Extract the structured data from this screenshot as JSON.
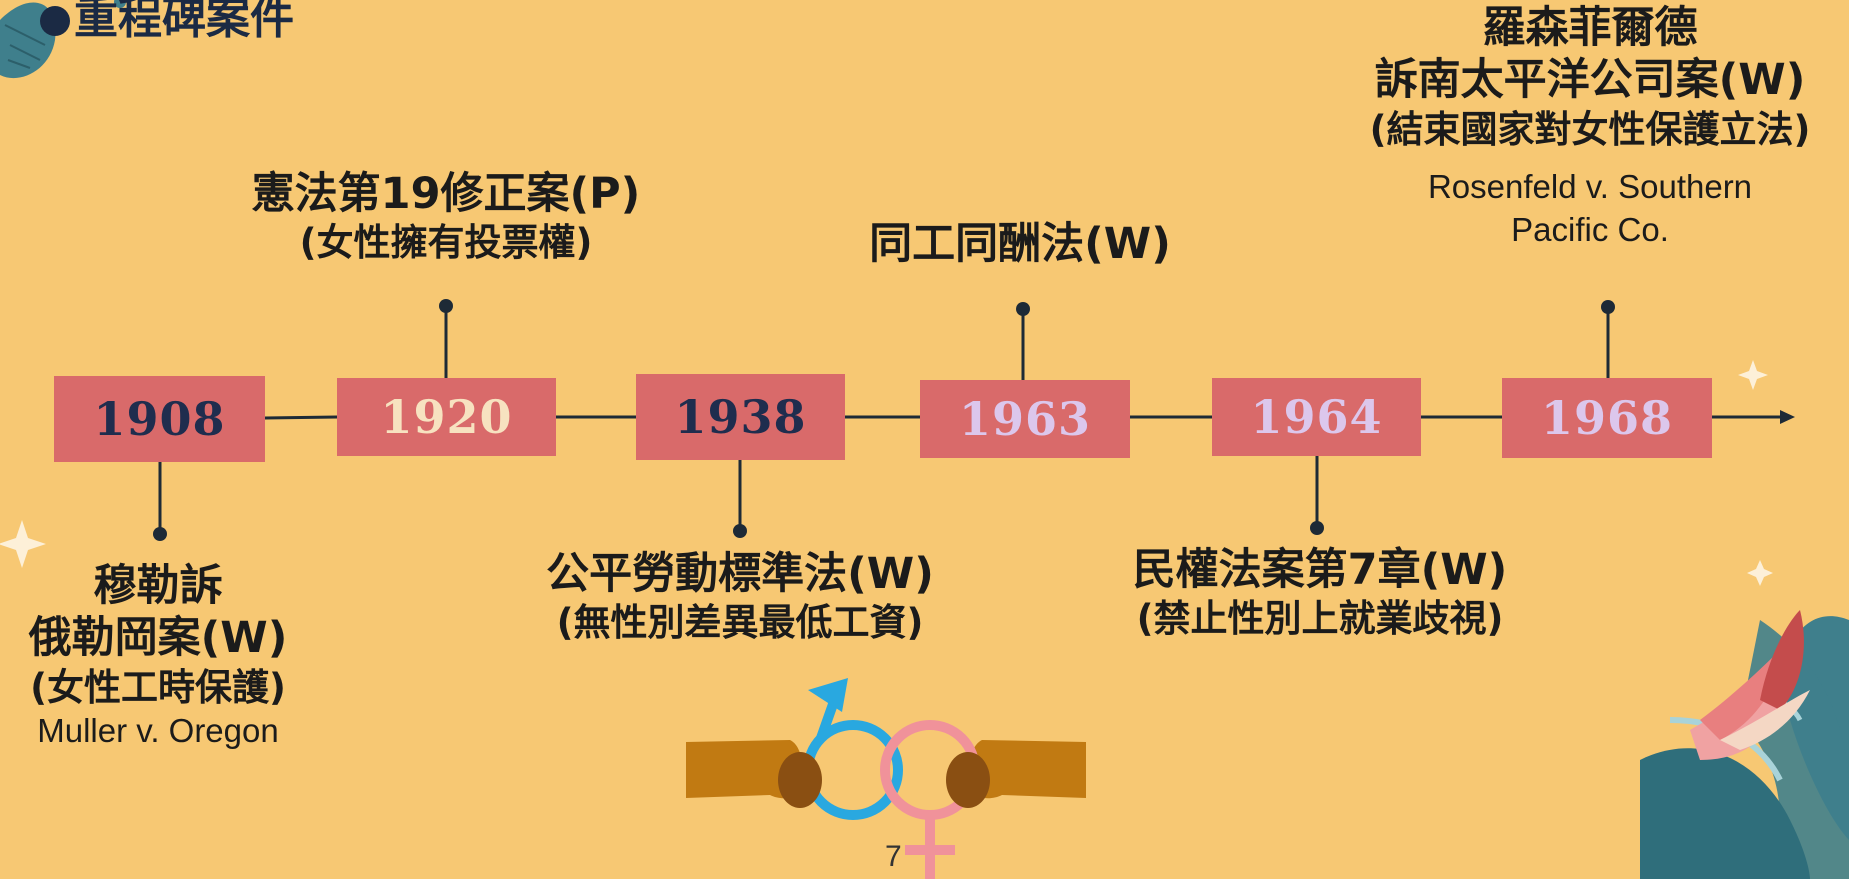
{
  "slide": {
    "title": "重程碑案件",
    "page_number": "7"
  },
  "timeline": {
    "years": [
      "1908",
      "1920",
      "1938",
      "1963",
      "1964",
      "1968"
    ],
    "events": {
      "e1908": {
        "main_1": "穆勒訴",
        "main_2": "俄勒岡案(W)",
        "sub": "(女性工時保護)",
        "en": "Muller v. Oregon"
      },
      "e1920": {
        "main": "憲法第19修正案(P)",
        "sub": "(女性擁有投票權)"
      },
      "e1938": {
        "main": "公平勞動標準法(W)",
        "sub": "(無性別差異最低工資)"
      },
      "e1963": {
        "main": "同工同酬法(W)"
      },
      "e1964": {
        "main": "民權法案第7章(W)",
        "sub": "(禁止性別上就業歧視)"
      },
      "e1968": {
        "main_1": "羅森菲爾德",
        "main_2": "訴南太平洋公司案(W)",
        "sub": "(結束國家對女性保護立法)",
        "en_1": "Rosenfeld v. Southern",
        "en_2": "Pacific Co."
      }
    }
  },
  "colors": {
    "background": "#f7c873",
    "year_box": "#d96a6a",
    "year_dark": "#1f2d4e",
    "year_cream": "#f7e2c0",
    "year_lilac": "#dcc7ec",
    "line": "#1e2a36",
    "teal_leaf": "#3f7f8c",
    "pink_flower": "#e87f7f"
  },
  "icons": [
    "leaf-decoration-icon",
    "sparkle-icon",
    "flower-decoration-icon",
    "gender-symbols-hands-icon"
  ]
}
